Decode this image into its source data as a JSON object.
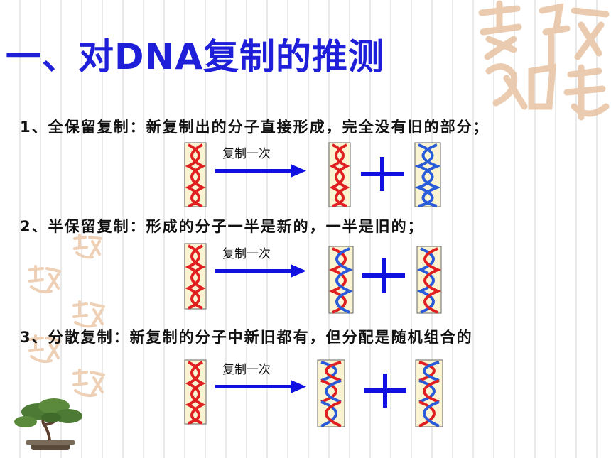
{
  "title": "一、对DNA复制的推测",
  "rows": [
    {
      "text": "1、全保留复制：新复制出的分子直接形成，完全没有旧的部分；",
      "arrow_label": "复制一次"
    },
    {
      "text": "2、半保留复制：形成的分子一半是新的，一半是旧的；",
      "arrow_label": "复制一次"
    },
    {
      "text": "3、分散复制：新复制的分子中新旧都有，但分配是随机组合的",
      "arrow_label": "复制一次"
    }
  ],
  "colors": {
    "title": "#1f1fd9",
    "arrow": "#1010e0",
    "plus": "#1010e0",
    "old_strand": "#e02020",
    "new_strand": "#2a5bd8",
    "strand_bg": "#fbf4d2",
    "seal": "#e8c3a2"
  }
}
